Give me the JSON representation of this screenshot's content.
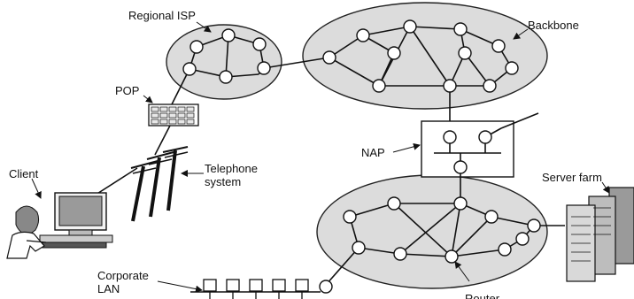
{
  "diagram": {
    "labels": {
      "regional_isp": "Regional ISP",
      "backbone": "Backbone",
      "pop": "POP",
      "nap": "NAP",
      "client": "Client",
      "telephone_system": "Telephone\nsystem",
      "server_farm": "Server farm",
      "corporate_lan": "Corporate\nLAN",
      "router": "Router"
    }
  }
}
